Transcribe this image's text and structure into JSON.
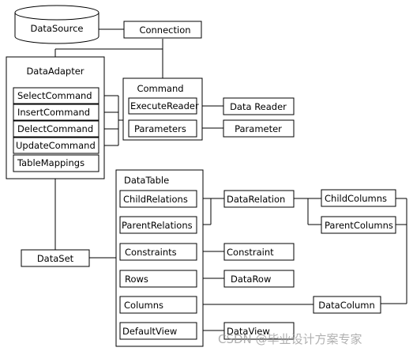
{
  "datasource": "DataSource",
  "connection": "Connection",
  "data_adapter": {
    "title": "DataAdapter",
    "items": [
      "SelectCommand",
      "InsertCommand",
      "DelectCommand",
      "UpdateCommand",
      "TableMappings"
    ]
  },
  "command": {
    "title": "Command",
    "items": [
      "ExecuteReader",
      "Parameters"
    ]
  },
  "data_reader": "Data Reader",
  "parameter": "Parameter",
  "data_table": {
    "title": "DataTable",
    "items": [
      "ChildRelations",
      "ParentRelations",
      "Constraints",
      "Rows",
      "Columns",
      "DefaultView"
    ]
  },
  "data_relation": "DataRelation",
  "child_columns": "ChildColumns",
  "parent_columns": "ParentColumns",
  "constraint": "Constraint",
  "data_row": "DataRow",
  "data_column": "DataColumn",
  "data_view": "DataView",
  "dataset": "DataSet",
  "watermark": "CSDN @毕业设计方案专家"
}
